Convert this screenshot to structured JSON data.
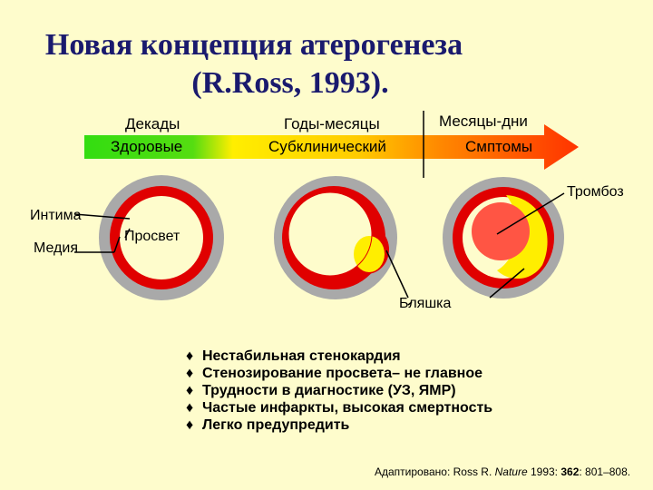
{
  "title": {
    "line1": "Новая концепция атерогенеза",
    "line2": "(R.Ross, 1993)."
  },
  "stages": [
    {
      "time": "Декады",
      "state": "Здоровые"
    },
    {
      "time": "Годы-месяцы",
      "state": "Субклинический"
    },
    {
      "time": "Месяцы-дни",
      "state": "Смптомы"
    }
  ],
  "labels": {
    "intima": "Интима",
    "media": "Медия",
    "lumen": "Просвет",
    "plaque": "Бляшка",
    "thrombosis": "Тромбоз"
  },
  "bullets": [
    "Нестабильная стенокардия",
    "Стенозирование просвета– не главное",
    "Трудности в диагностике (УЗ, ЯМР)",
    "Частые инфаркты, высокая смертность",
    "Легко предупредить"
  ],
  "bullet_mark": "♦",
  "reference": {
    "prefix": "Адаптировано: Ross R. ",
    "journal": "Nature",
    "year": " 1993: ",
    "volume": "362",
    "pages": ": 801–808."
  },
  "colors": {
    "background": "#fefccc",
    "title": "#1a1a6e",
    "healthy": "#33dd11",
    "subclinical": "#ffee00",
    "symptoms": "#ff3300",
    "media": "#e00000",
    "adventitia": "#aaaaaa",
    "plaque": "#ffee00",
    "thrombus": "#ff5544"
  }
}
